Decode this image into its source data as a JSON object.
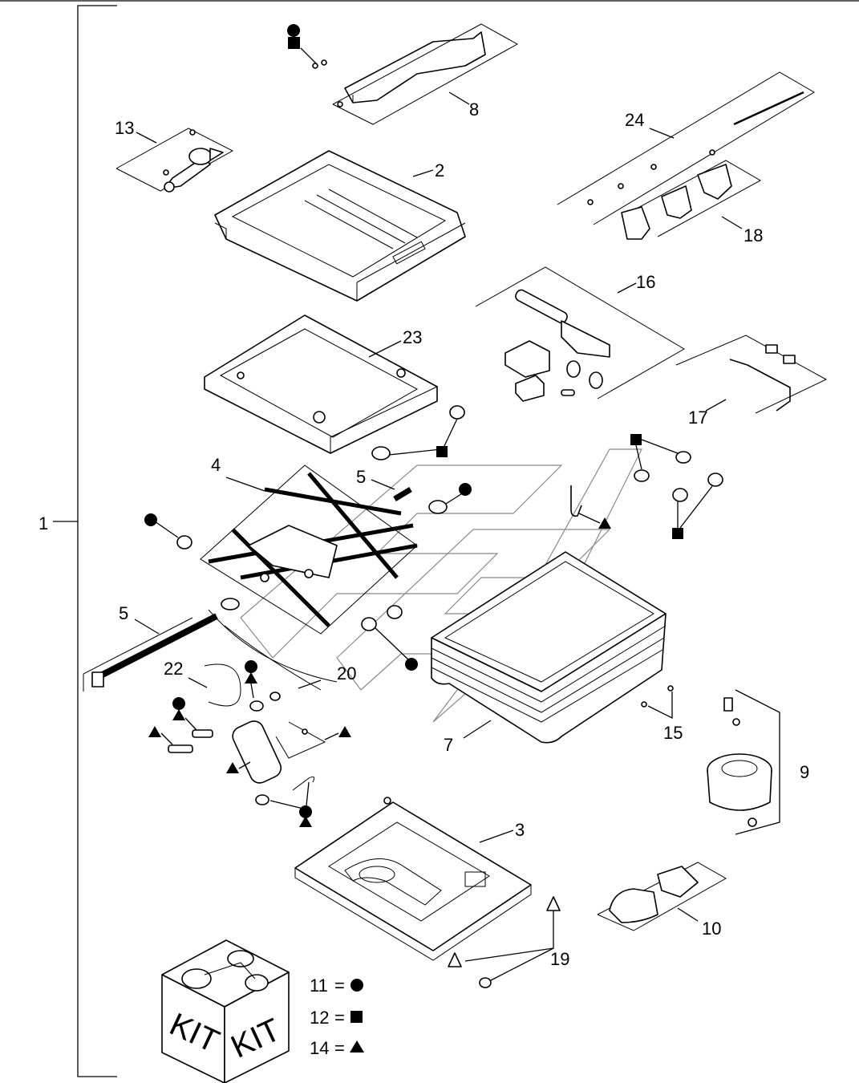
{
  "diagram": {
    "callouts": [
      {
        "id": "c1",
        "text": "1"
      },
      {
        "id": "c2",
        "text": "2"
      },
      {
        "id": "c3",
        "text": "3"
      },
      {
        "id": "c4",
        "text": "4"
      },
      {
        "id": "c5a",
        "text": "5"
      },
      {
        "id": "c5b",
        "text": "5"
      },
      {
        "id": "c7",
        "text": "7"
      },
      {
        "id": "c8",
        "text": "8"
      },
      {
        "id": "c9",
        "text": "9"
      },
      {
        "id": "c10",
        "text": "10"
      },
      {
        "id": "c13",
        "text": "13"
      },
      {
        "id": "c15",
        "text": "15"
      },
      {
        "id": "c16",
        "text": "16"
      },
      {
        "id": "c17",
        "text": "17"
      },
      {
        "id": "c18",
        "text": "18"
      },
      {
        "id": "c19",
        "text": "19"
      },
      {
        "id": "c20",
        "text": "20"
      },
      {
        "id": "c22",
        "text": "22"
      },
      {
        "id": "c23",
        "text": "23"
      },
      {
        "id": "c24",
        "text": "24"
      }
    ],
    "kit": {
      "box_label_left": "KIT",
      "box_label_right": "KIT",
      "legend": [
        {
          "number": "11",
          "eq": "=",
          "symbol": "circle"
        },
        {
          "number": "12",
          "eq": "=",
          "symbol": "square"
        },
        {
          "number": "14",
          "eq": "=",
          "symbol": "triangle"
        }
      ]
    }
  }
}
